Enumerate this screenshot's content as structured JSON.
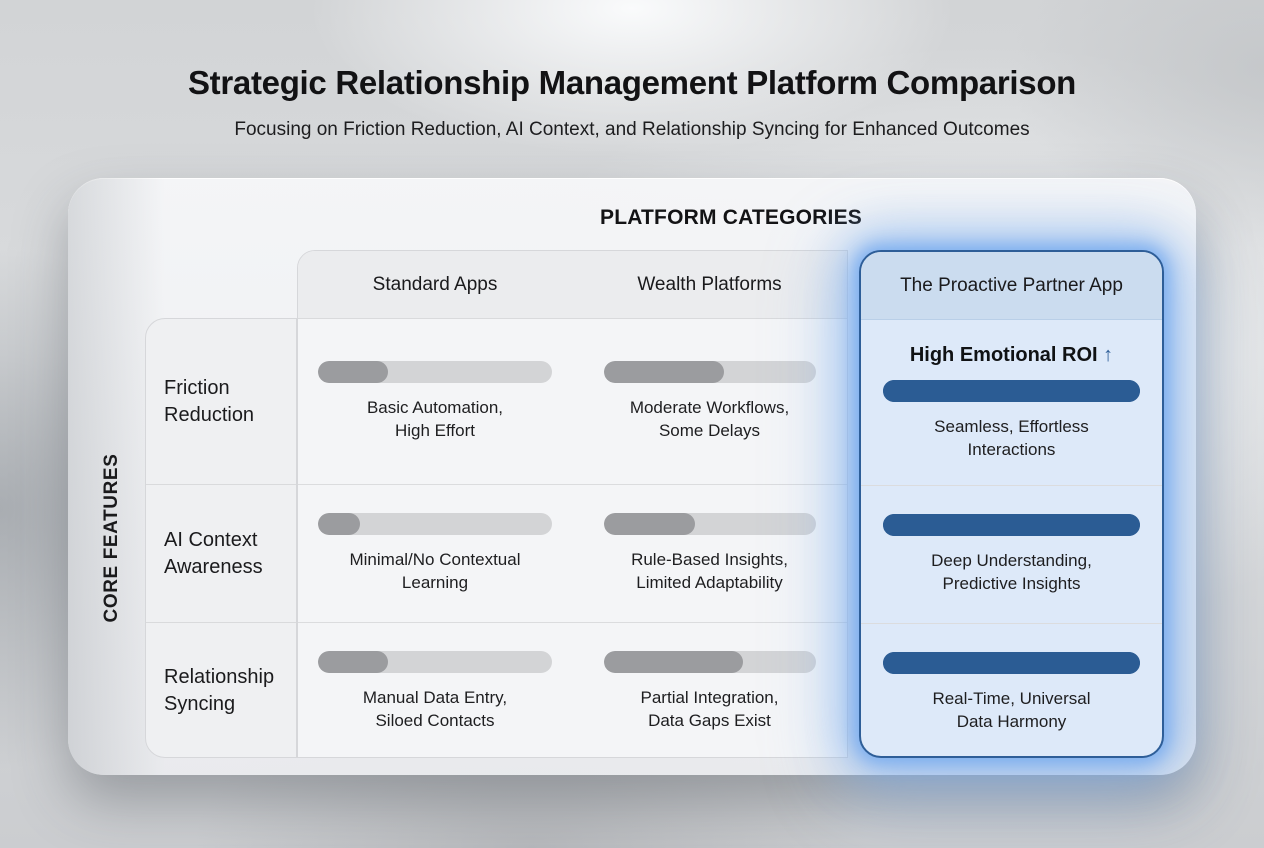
{
  "header": {
    "title": "Strategic Relationship Management Platform Comparison",
    "subtitle": "Focusing on Friction Reduction, AI Context, and Relationship Syncing for Enhanced Outcomes"
  },
  "matrix": {
    "column_axis_label": "PLATFORM CATEGORIES",
    "row_axis_label": "CORE FEATURES",
    "columns": [
      {
        "label": "Standard Apps",
        "highlighted": false
      },
      {
        "label": "Wealth Platforms",
        "highlighted": false
      },
      {
        "label": "The Proactive Partner App",
        "highlighted": true,
        "highlight_note": "High Emotional ROI",
        "highlight_arrow": "↑"
      }
    ],
    "rows": [
      {
        "label": "Friction Reduction",
        "cells": [
          {
            "bar_percent": 30,
            "lines": [
              "Basic Automation,",
              "High Effort"
            ]
          },
          {
            "bar_percent": 57,
            "lines": [
              "Moderate Workflows,",
              "Some Delays"
            ]
          },
          {
            "bar_percent": 100,
            "lines": [
              "Seamless, Effortless",
              "Interactions"
            ]
          }
        ]
      },
      {
        "label": "AI Context Awareness",
        "cells": [
          {
            "bar_percent": 18,
            "lines": [
              "Minimal/No Contextual",
              "Learning"
            ]
          },
          {
            "bar_percent": 43,
            "lines": [
              "Rule-Based Insights,",
              "Limited Adaptability"
            ]
          },
          {
            "bar_percent": 100,
            "lines": [
              "Deep Understanding,",
              "Predictive Insights"
            ]
          }
        ]
      },
      {
        "label": "Relationship Syncing",
        "cells": [
          {
            "bar_percent": 30,
            "lines": [
              "Manual Data Entry,",
              "Siloed Contacts"
            ]
          },
          {
            "bar_percent": 66,
            "lines": [
              "Partial Integration,",
              "Data Gaps Exist"
            ]
          },
          {
            "bar_percent": 100,
            "lines": [
              "Real-Time, Universal",
              "Data Harmony"
            ]
          }
        ]
      }
    ]
  },
  "colors": {
    "accent_blue": "#2b5c94",
    "highlight_border": "#2e5e98",
    "highlight_header_bg": "#cbdcef",
    "highlight_body_bg": "#dde9f9",
    "bar_track": "#d3d4d6",
    "bar_fill_gray": "#9b9c9f"
  }
}
